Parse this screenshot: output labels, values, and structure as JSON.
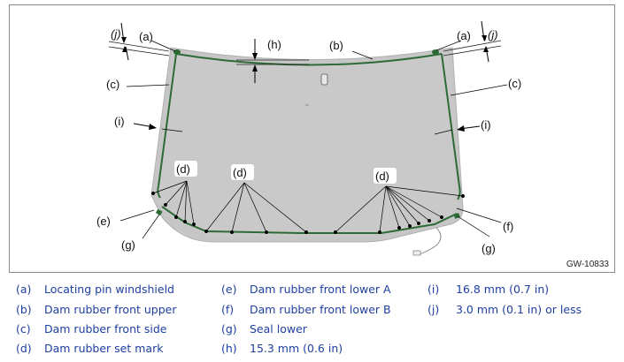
{
  "diagram": {
    "callouts": {
      "a_left": "(a)",
      "a_right": "(a)",
      "b": "(b)",
      "c_left": "(c)",
      "c_right": "(c)",
      "d_1": "(d)",
      "d_2": "(d)",
      "d_3": "(d)",
      "e": "(e)",
      "f": "(f)",
      "g_left": "(g)",
      "g_right": "(g)",
      "h": "(h)",
      "i_left": "(i)",
      "i_right": "(i)",
      "j_left": "(j)",
      "j_right": "(j)"
    },
    "figure_id": "GW-10833",
    "colors": {
      "glass": "#c6c6c6",
      "rubber": "#2d6b35",
      "legend_text": "#1f3fa0"
    }
  },
  "legend": [
    {
      "key": "(a)",
      "text": "Locating pin windshield"
    },
    {
      "key": "(b)",
      "text": "Dam rubber front upper"
    },
    {
      "key": "(c)",
      "text": "Dam rubber front side"
    },
    {
      "key": "(d)",
      "text": "Dam rubber set mark"
    },
    {
      "key": "(e)",
      "text": "Dam rubber front lower A"
    },
    {
      "key": "(f)",
      "text": "Dam rubber front lower B"
    },
    {
      "key": "(g)",
      "text": "Seal lower"
    },
    {
      "key": "(h)",
      "text": "15.3 mm (0.6 in)"
    },
    {
      "key": "(i)",
      "text": "16.8 mm (0.7 in)"
    },
    {
      "key": "(j)",
      "text": "3.0 mm (0.1 in) or less"
    }
  ]
}
